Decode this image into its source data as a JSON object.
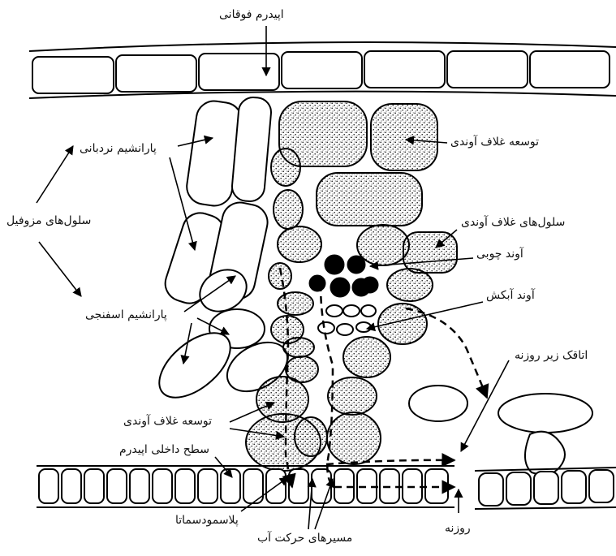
{
  "labels": {
    "upper_epidermis": "اپیدرم فوقانی",
    "bundle_sheath_extension_top": "توسعه غلاف آوندی",
    "palisade_parenchyma": "پارانشیم نردبانی",
    "mesophyll_cells": "سلول‌های مزوفیل",
    "bundle_sheath_cells": "سلول‌های غلاف آوندی",
    "xylem": "آوند چوبی",
    "phloem": "آوند آبکش",
    "spongy_parenchyma": "پارانشیم اسفنجی",
    "substomatal_chamber": "اتاقک زیر روزنه",
    "bundle_sheath_extension_bottom": "توسعه غلاف آوندی",
    "lower_epidermis_inner_surface": "سطح داخلی اپیدرم",
    "plasmodesmata": "پلاسمودسماتا",
    "stoma": "روزنه",
    "water_pathways": "مسیرهای حرکت آب"
  },
  "colors": {
    "ink": "#000000",
    "paper": "#ffffff"
  }
}
